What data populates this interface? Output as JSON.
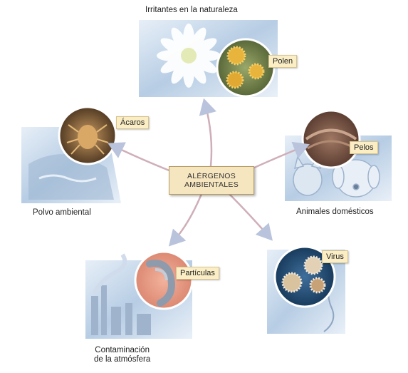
{
  "center": {
    "line1": "ALÉRGENOS",
    "line2": "AMBIENTALES"
  },
  "groups": {
    "nature": {
      "caption": "Irritantes en la naturaleza",
      "tag": "Polen"
    },
    "dust": {
      "caption": "Polvo ambiental",
      "tag": "Ácaros"
    },
    "pets": {
      "caption": "Animales domésticos",
      "tag": "Pelos"
    },
    "pollution": {
      "caption_line1": "Contaminación",
      "caption_line2": "de la atmósfera",
      "tag": "Partículas"
    },
    "virus": {
      "tag": "Virus"
    }
  },
  "colors": {
    "arrow": "#cfaeb8",
    "arrow_head": "#b9c3dc",
    "tag_bg": "#fbeec5",
    "panel_blue": "#b9cde3"
  }
}
